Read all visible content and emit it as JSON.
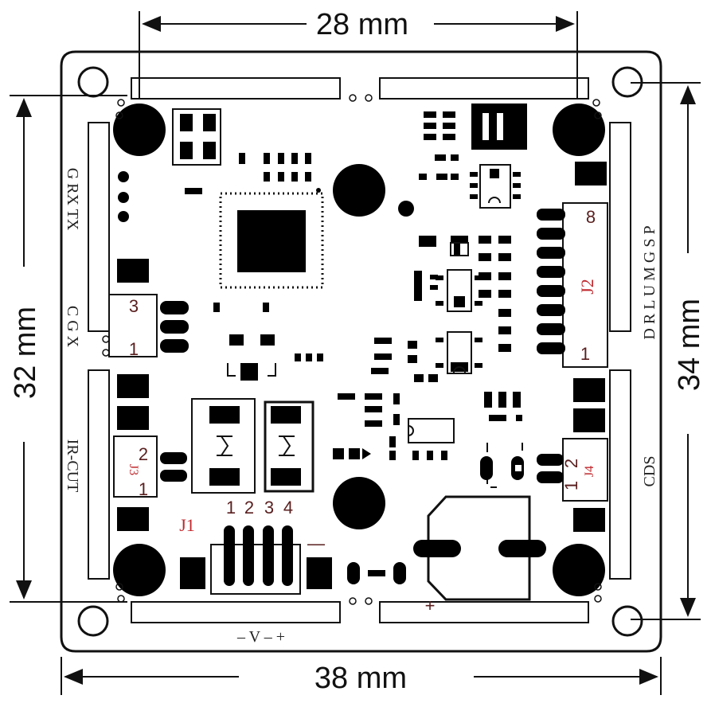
{
  "dimensions": {
    "top": "28 mm",
    "bottom": "38 mm",
    "left": "32 mm",
    "right": "34 mm"
  },
  "silkscreen": {
    "uart": "G RX TX",
    "cgx": "C G X",
    "ircut": "IR-CUT",
    "cds": "CDS",
    "right_header": "D R L U M G S P",
    "power": "– V – +"
  },
  "connectors": {
    "j1": "J1",
    "j2": "J2",
    "j3": "J3",
    "j4": "J4"
  },
  "pin_numbers": {
    "left_top_3": "3",
    "left_top_1": "1",
    "j3_2": "2",
    "j3_1": "1",
    "j2_8": "8",
    "j2_1": "1",
    "j4_1": "1",
    "j4_2": "2",
    "j1_1": "1",
    "j1_2": "2",
    "j1_3": "3",
    "j1_4": "4",
    "battery_plus": "+",
    "battery_minus": "—"
  }
}
